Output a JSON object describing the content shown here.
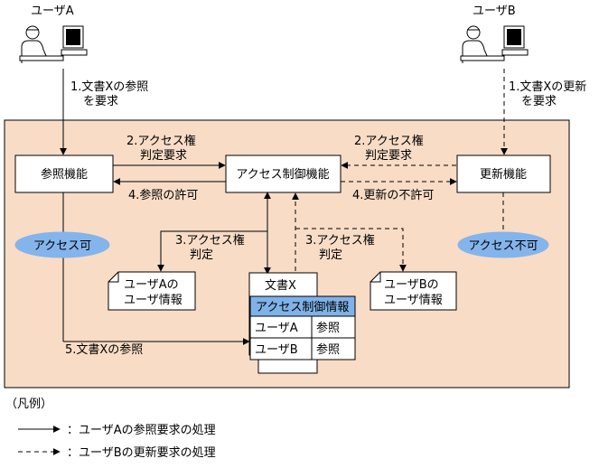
{
  "users": {
    "a": {
      "label": "ユーザA"
    },
    "b": {
      "label": "ユーザB"
    }
  },
  "steps": {
    "a_request": [
      "1.文書Xの参照",
      "を要求"
    ],
    "b_request": [
      "1.文書Xの更新",
      "を要求"
    ],
    "a_check": [
      "2.アクセス権",
      "判定要求"
    ],
    "b_check": [
      "2.アクセス権",
      "判定要求"
    ],
    "a_result": "4.参照の許可",
    "b_result": "4.更新の不許可",
    "a_judge": [
      "3.アクセス権",
      "判定"
    ],
    "b_judge": [
      "3.アクセス権",
      "判定"
    ],
    "a_reference": "5.文書Xの参照"
  },
  "boxes": {
    "reference_function": "参照機能",
    "access_control": "アクセス制御機能",
    "update_function": "更新機能"
  },
  "badges": {
    "allowed": "アクセス可",
    "denied": "アクセス不可"
  },
  "user_info": {
    "a": [
      "ユーザAの",
      "ユーザ情報"
    ],
    "b": [
      "ユーザBの",
      "ユーザ情報"
    ]
  },
  "document": {
    "title": "文書X",
    "table_header": "アクセス制御情報",
    "rows": [
      {
        "user": "ユーザA",
        "right": "参照"
      },
      {
        "user": "ユーザB",
        "right": "参照"
      }
    ]
  },
  "legend": {
    "title": "（凡例）",
    "solid": "：ユーザAの参照要求の処理",
    "dashed": "：ユーザBの更新要求の処理"
  },
  "colors": {
    "panel": "#f8dcc6",
    "badge": "#84b4ec",
    "table_header": "#7fb2e8"
  }
}
